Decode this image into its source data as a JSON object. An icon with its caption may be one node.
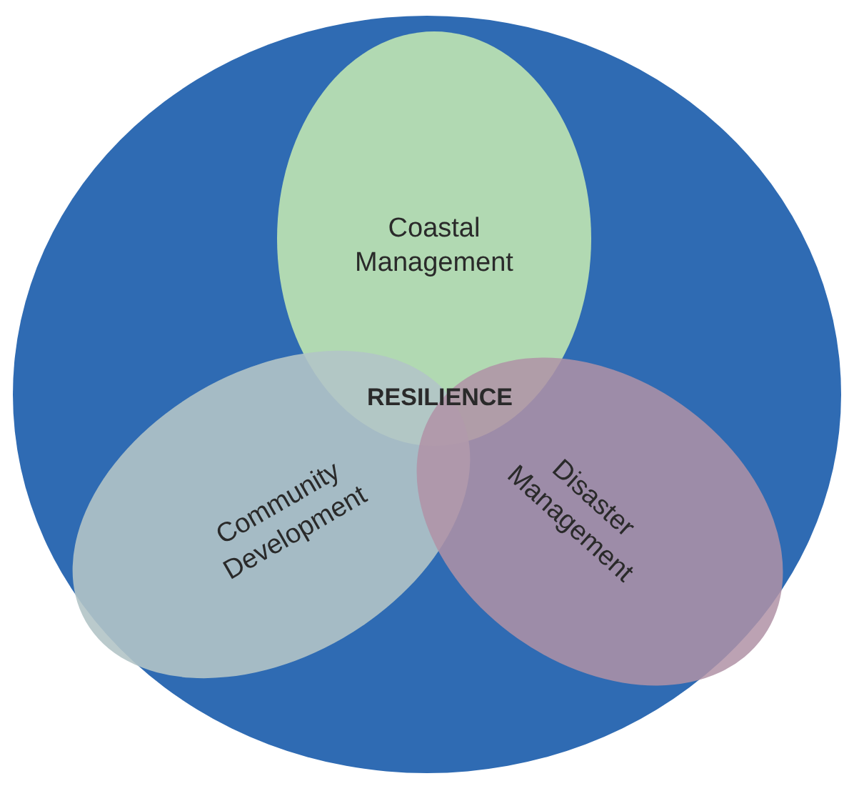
{
  "diagram": {
    "nodes": [
      {
        "text": [],
        "shape": "circle"
      },
      {
        "text": [
          "Coastal Management"
        ],
        "in": 0
      },
      {
        "text": [
          "Community Development"
        ],
        "in": 0
      },
      {
        "text": [
          "Disaster Management"
        ],
        "in": 0
      }
    ],
    "labels": [
      "RESILIENCE"
    ]
  }
}
